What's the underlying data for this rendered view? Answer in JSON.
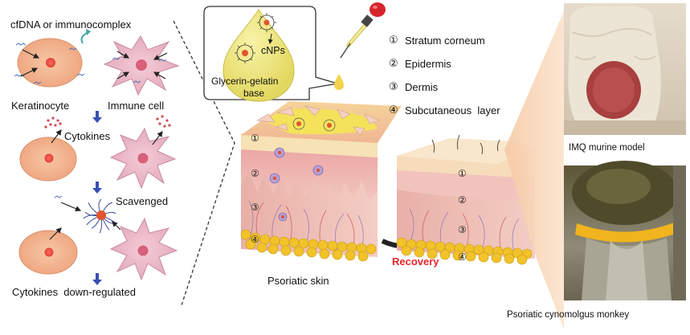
{
  "left_panel": {
    "title": "cfDNA or immunocomplex",
    "keratinocyte": "Keratinocyte",
    "immune_cell": "Immune cell",
    "cytokines": "Cytokines",
    "scavenged": "Scavenged",
    "down_regulated": "Cytokines  down-regulated"
  },
  "dropper": {
    "nps": "cNPs",
    "base_line1": "Glycerin-gelatin",
    "base_line2": "base"
  },
  "layers": [
    {
      "num": "①",
      "label": "Stratum corneum"
    },
    {
      "num": "②",
      "label": "Epidermis"
    },
    {
      "num": "③",
      "label": "Dermis"
    },
    {
      "num": "④",
      "label": "Subcutaneous  layer"
    }
  ],
  "skin": {
    "psoriatic": "Psoriatic skin",
    "recovery": "Recovery"
  },
  "photos": {
    "murine": "IMQ murine model",
    "monkey": "Psoriatic cynomolgus monkey"
  },
  "colors": {
    "arrow_blue": "#3a4fb5",
    "recovery_red": "#e8262b",
    "cell_fill": "#f2b48f",
    "immune_fill": "#eec0cc",
    "dropper_yellow": "#ece27a"
  }
}
